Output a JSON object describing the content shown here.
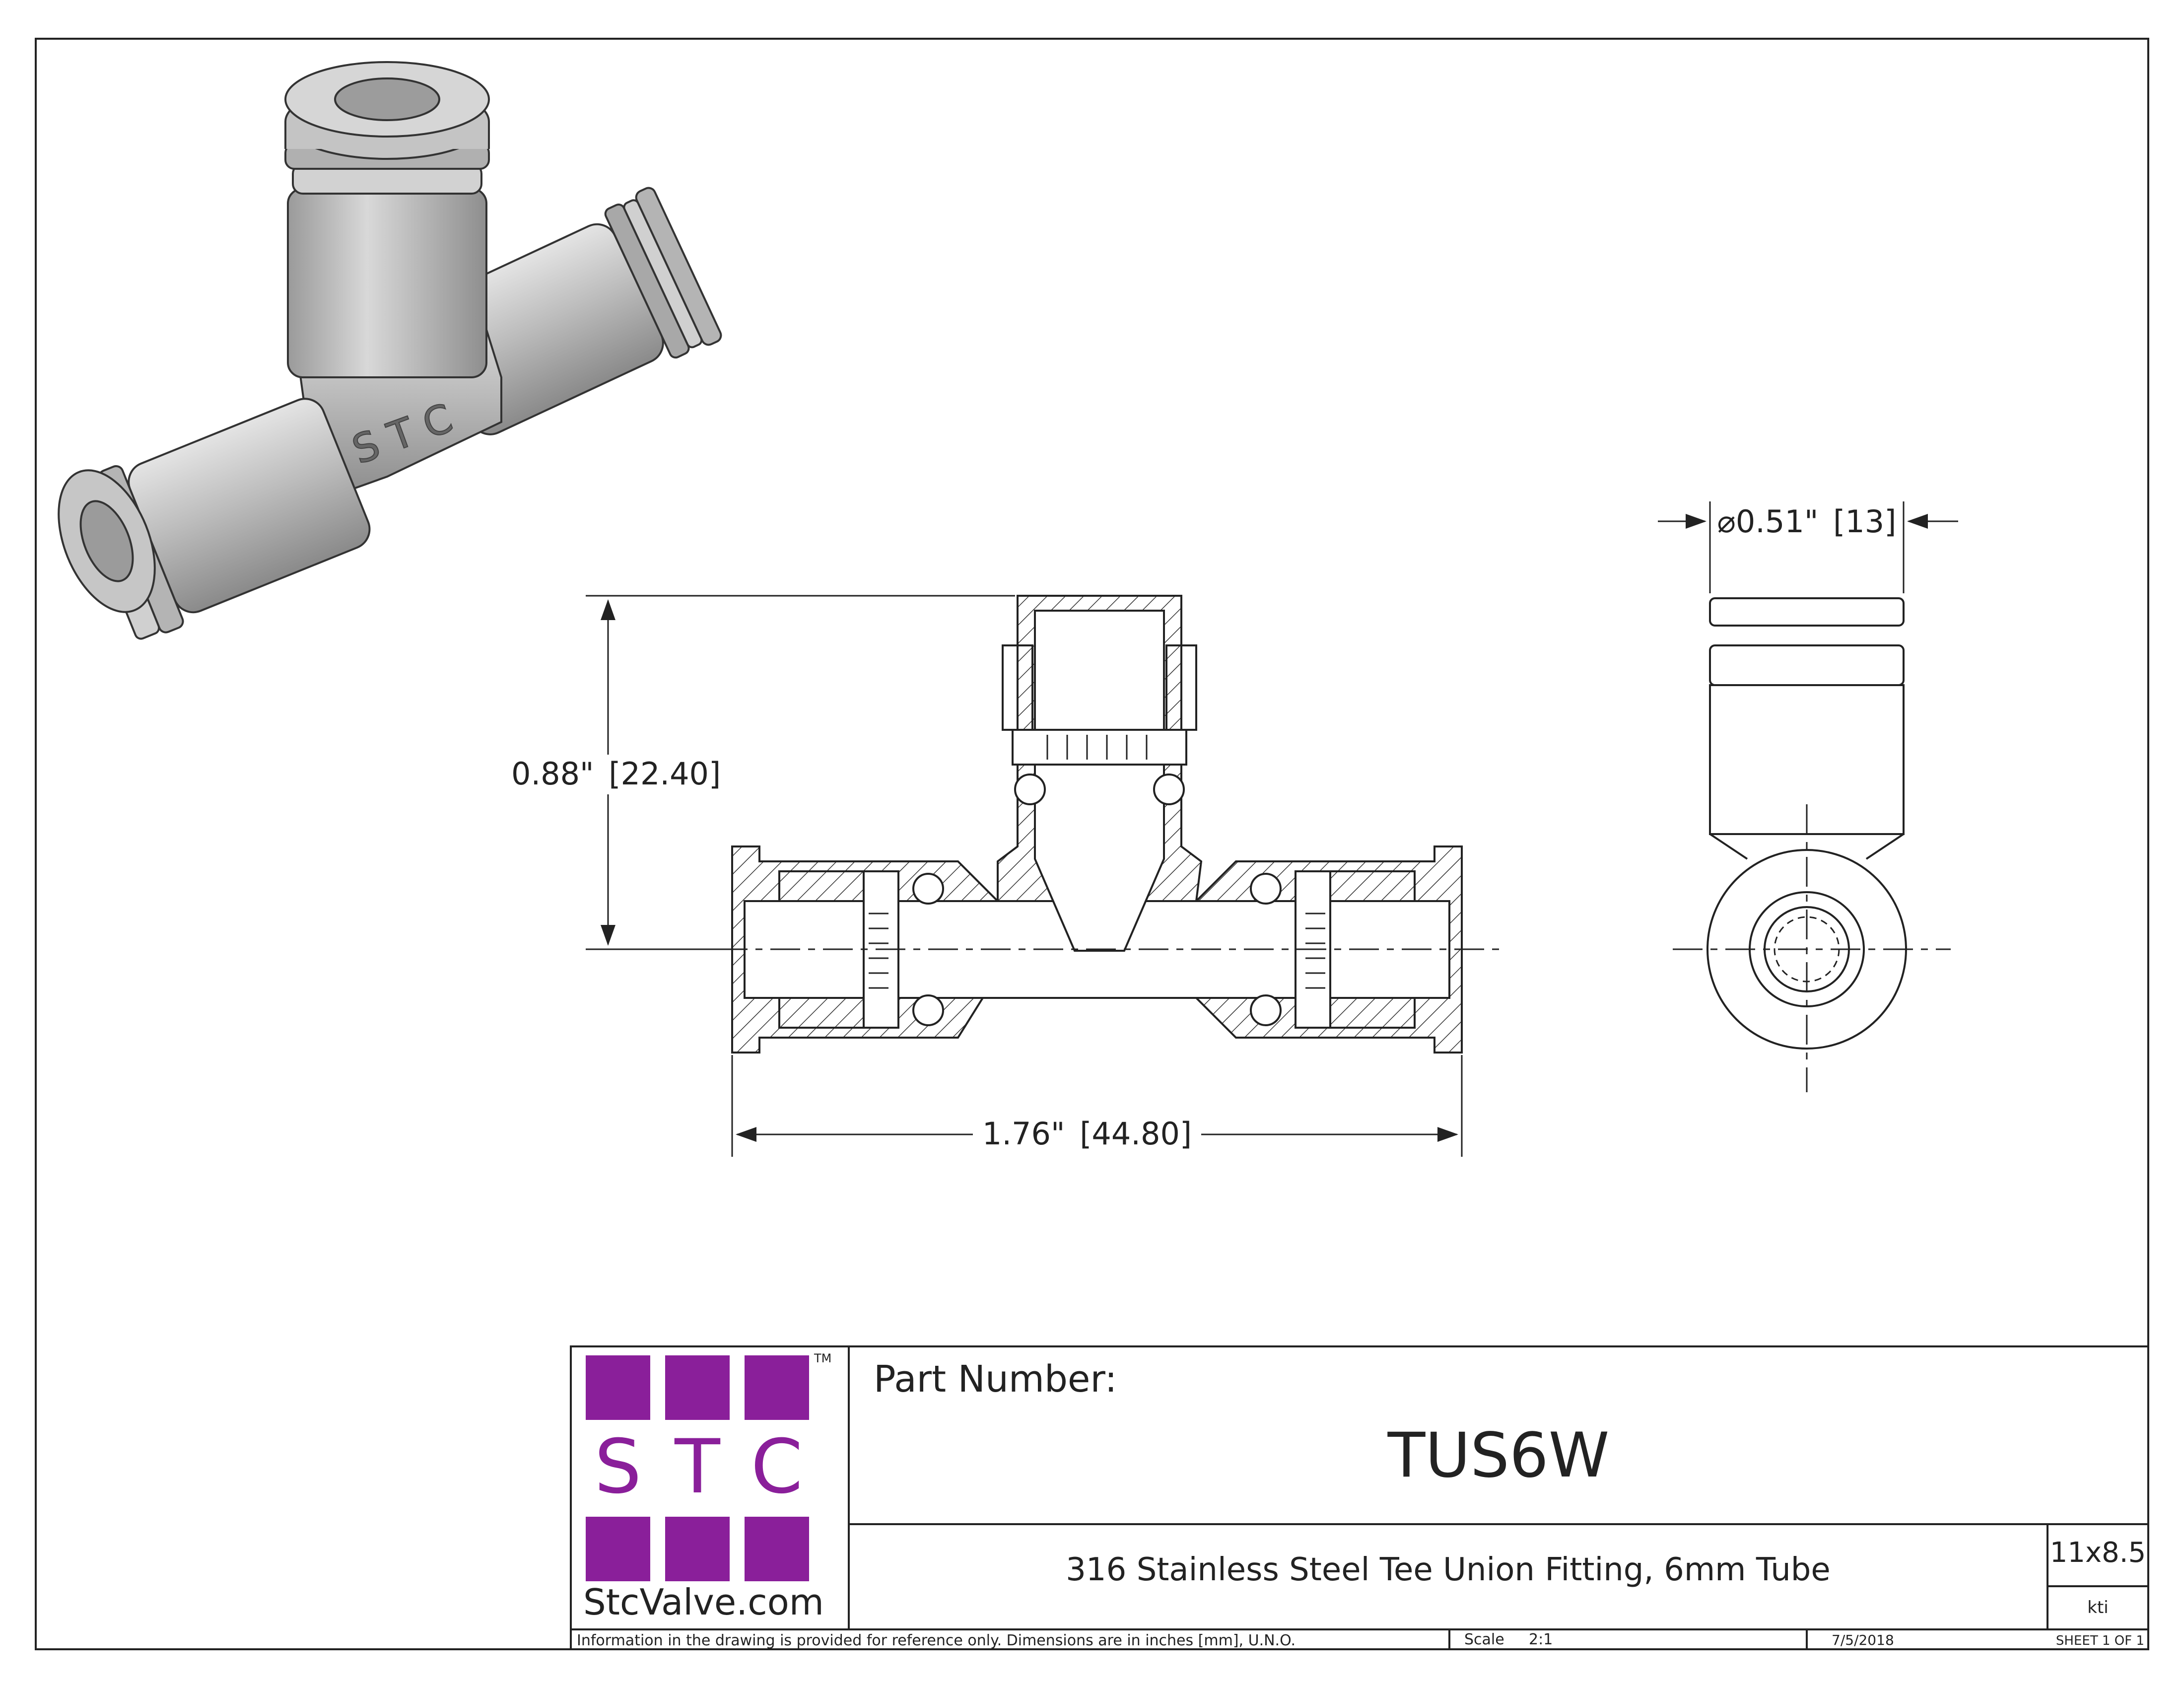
{
  "drawing": {
    "dim_height": {
      "inch": "0.88\"",
      "mm": "22.40"
    },
    "dim_width": {
      "inch": "1.76\"",
      "mm": "44.80"
    },
    "dim_diameter": {
      "symbol": "⌀",
      "inch": "0.51\"",
      "mm": "13"
    },
    "iso_marking": "S T C"
  },
  "title_block": {
    "logo_letters": [
      "S",
      "T",
      "C"
    ],
    "logo_tm": "TM",
    "logo_site": "StcValve.com",
    "part_number_label": "Part Number:",
    "part_number": "TUS6W",
    "description": "316 Stainless Steel Tee Union Fitting, 6mm Tube",
    "sheet_size": "11x8.5",
    "drawn_by": "kti",
    "note": "Information in the drawing is provided for reference only. Dimensions are in inches [mm], U.N.O.",
    "scale_label": "Scale",
    "scale_value": "2:1",
    "date": "7/5/2018",
    "sheet": "SHEET 1 OF 1"
  },
  "colors": {
    "logo_purple": "#8a1f9a",
    "line": "#222222",
    "metal_light": "#c8c8c8",
    "metal_dark": "#8e8e8e"
  }
}
